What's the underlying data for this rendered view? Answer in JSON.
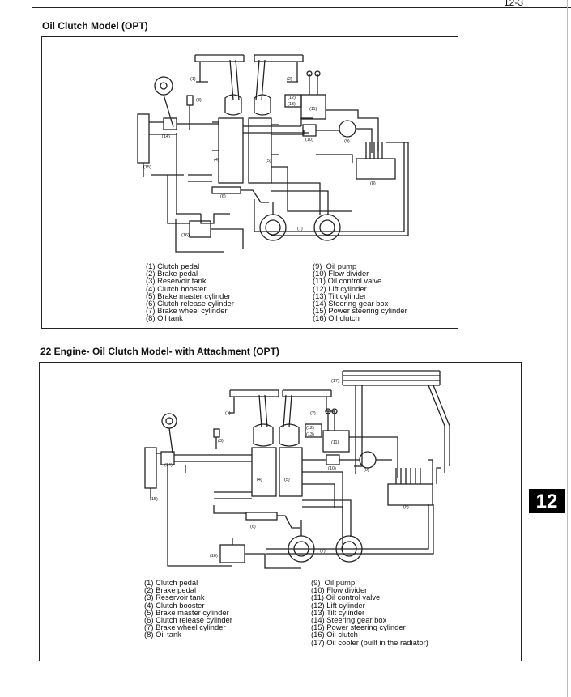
{
  "page_number": "12-3",
  "tab_number": "12",
  "section1": {
    "title": "Oil Clutch Model (OPT)",
    "legend_left": [
      "(1) Clutch pedal",
      "(2) Brake pedal",
      "(3) Reservoir tank",
      "(4) Clutch booster",
      "(5) Brake master cylinder",
      "(6) Clutch release cylinder",
      "(7) Brake wheel cylinder",
      "(8) Oil tank"
    ],
    "legend_right": [
      "(9)  Oil pump",
      "(10) Flow divider",
      "(11) Oil control valve",
      "(12) Lift cylinder",
      "(13) Tilt cylinder",
      "(14) Steering gear box",
      "(15) Power steering cylinder",
      "(16) Oil clutch"
    ],
    "callouts": [
      "(1)",
      "(2)",
      "(3)",
      "(4)",
      "(5)",
      "(6)",
      "(7)",
      "(8)",
      "(9)",
      "(10)",
      "(11)",
      "(12)",
      "(13)",
      "(14)",
      "(15)",
      "(16)"
    ]
  },
  "section2": {
    "title": "22 Engine- Oil Clutch Model- with Attachment (OPT)",
    "legend_left": [
      "(1) Clutch pedal",
      "(2) Brake pedal",
      "(3) Reservoir tank",
      "(4) Clutch booster",
      "(5) Brake master cylinder",
      "(6) Clutch release cylinder",
      "(7) Brake wheel cylinder",
      "(8) Oil tank"
    ],
    "legend_right": [
      "(9)  Oil pump",
      "(10) Flow divider",
      "(11) Oil control valve",
      "(12) Lift cylinder",
      "(13) Tilt cylinder",
      "(14) Steering gear box",
      "(15) Power steering cylinder",
      "(16) Oil clutch",
      "(17) Oil cooler (built in the radiator)"
    ],
    "callouts": [
      "(1)",
      "(2)",
      "(3)",
      "(4)",
      "(5)",
      "(6)",
      "(7)",
      "(8)",
      "(9)",
      "(10)",
      "(11)",
      "(12)",
      "(13)",
      "(14)",
      "(15)",
      "(16)",
      "(17)"
    ]
  }
}
